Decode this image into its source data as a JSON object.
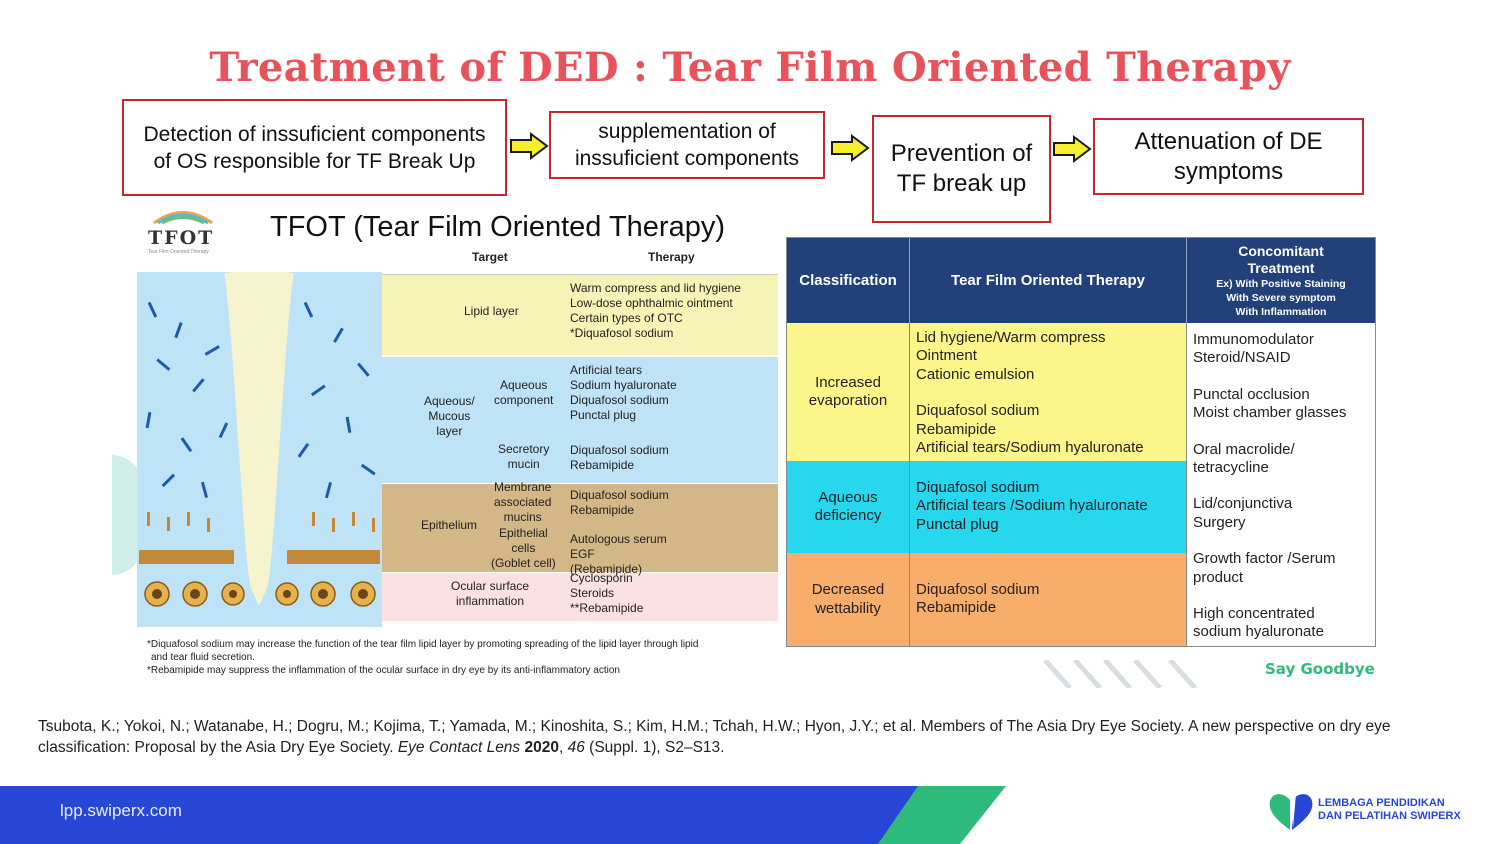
{
  "title": "Treatment of DED : Tear Film Oriented Therapy",
  "flow": [
    {
      "text": "Detection of inssuficient components of OS responsible for TF Break Up"
    },
    {
      "text": "supplementation of inssuficient components"
    },
    {
      "text": "Prevention of TF break up"
    },
    {
      "text": "Attenuation of DE symptoms"
    }
  ],
  "logo": {
    "text": "TFOT",
    "sub": "Tear Film Oriented Therapy"
  },
  "tfot_heading": "TFOT (Tear Film Oriented Therapy)",
  "diagram": {
    "header_target": "Target",
    "header_therapy": "Therapy",
    "lipid_target": "Lipid layer",
    "lipid_therapy": [
      "Warm compress and lid hygiene",
      "Low-dose ophthalmic ointment",
      "Certain types of OTC",
      "*Diquafosol sodium"
    ],
    "aqueous_layer": [
      "Aqueous/",
      "Mucous",
      "layer"
    ],
    "aqueous_comp": [
      "Aqueous",
      "component"
    ],
    "aqueous_therapy": [
      "Artificial tears",
      "Sodium hyaluronate",
      "Diquafosol sodium",
      "Punctal plug"
    ],
    "secretory": [
      "Secretory",
      "mucin"
    ],
    "secretory_therapy": [
      "Diquafosol sodium",
      "Rebamipide"
    ],
    "epithelium": "Epithelium",
    "membrane": [
      "Membrane",
      "associated",
      "mucins"
    ],
    "membrane_therapy": [
      "Diquafosol sodium",
      "Rebamipide"
    ],
    "epithelial": [
      "Epithelial",
      "cells",
      "(Goblet cell)"
    ],
    "epithelial_therapy": [
      "Autologous serum",
      "EGF",
      "(Rebamipide)"
    ],
    "inflammation": [
      "Ocular surface",
      "inflammation"
    ],
    "inflammation_therapy": [
      "Cyclosporin",
      "Steroids",
      "**Rebamipide"
    ],
    "notes": [
      "*Diquafosol sodium may increase the function of the tear film lipid layer by promoting spreading of the lipid layer through lipid",
      "and tear fluid secretion.",
      "*Rebamipide may suppress the inflammation of the ocular surface in dry eye by its anti-inflammatory action"
    ]
  },
  "table": {
    "headers": {
      "classification": "Classification",
      "therapy": "Tear Film Oriented Therapy",
      "concomitant": [
        "Concomitant",
        "Treatment"
      ],
      "concomitant_sub": [
        "Ex) With Positive Staining",
        "With Severe symptom",
        "With Inflammation"
      ]
    },
    "rows": [
      {
        "class": [
          "Increased",
          "evaporation"
        ],
        "therapy": [
          "Lid hygiene/Warm compress",
          "Ointment",
          "Cationic emulsion",
          "",
          "Diquafosol sodium",
          "Rebamipide",
          "Artificial tears/Sodium hyaluronate"
        ],
        "color": "#fbf58a"
      },
      {
        "class": [
          "Aqueous",
          "deficiency"
        ],
        "therapy": [
          "Diquafosol sodium",
          "Artificial tears /Sodium hyaluronate",
          "Punctal plug"
        ],
        "color": "#27d7ee"
      },
      {
        "class": [
          "Decreased",
          "wettability"
        ],
        "therapy": [
          "Diquafosol sodium",
          "Rebamipide"
        ],
        "color": "#f8ad6a"
      }
    ],
    "concomitant_items": [
      [
        "Immunomodulator",
        "Steroid/NSAID"
      ],
      [
        "Punctal occlusion",
        "Moist chamber glasses"
      ],
      [
        "Oral macrolide/",
        "tetracycline"
      ],
      [
        "Lid/conjunctiva",
        "Surgery"
      ],
      [
        "Growth factor /Serum",
        "product"
      ],
      [
        "High concentrated",
        "sodium hyaluronate"
      ]
    ]
  },
  "say_goodbye": "Say Goodbye",
  "citation": {
    "authors": "Tsubota, K.; Yokoi, N.; Watanabe, H.; Dogru, M.; Kojima, T.; Yamada, M.; Kinoshita, S.; Kim, H.M.; Tchah, H.W.; Hyon, J.Y.; et al. Members of The Asia Dry Eye Society. A new perspective on dry eye classification: Proposal by the Asia Dry Eye Society.",
    "journal": "Eye Contact Lens",
    "year": "2020",
    "volume": "46",
    "pages": "(Suppl. 1), S2–S13."
  },
  "footer": {
    "url": "lpp.swiperx.com",
    "brand_line1": "LEMBAGA PENDIDIKAN",
    "brand_line2": "DAN PELATIHAN SWIPERX"
  },
  "colors": {
    "title": "#e8525a",
    "flow_border": "#c8272d",
    "header_bg": "#22407a",
    "footer_blue": "#2847d6",
    "footer_green": "#2eba7a"
  }
}
